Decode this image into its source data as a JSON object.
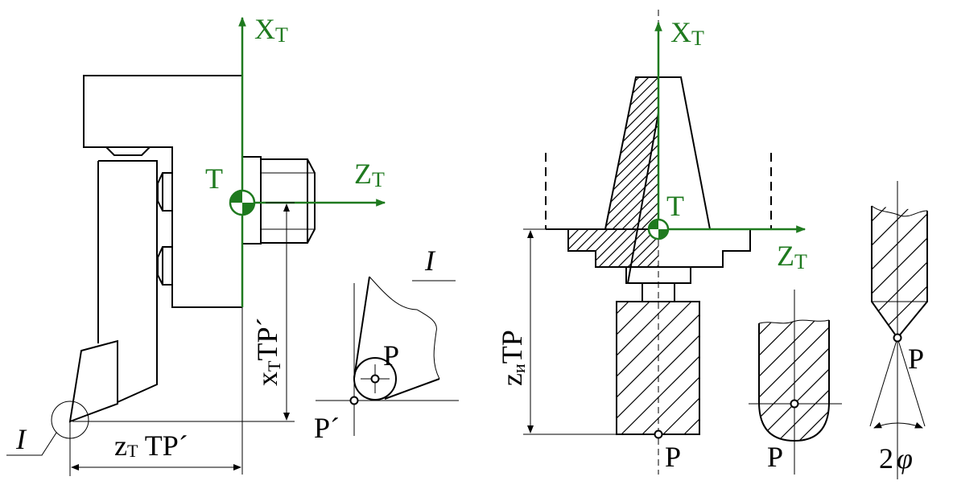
{
  "colors": {
    "axis": "#1f7a1f",
    "line": "#000000"
  },
  "left": {
    "axis_x": {
      "letter": "X",
      "sub": "T"
    },
    "axis_z": {
      "letter": "Z",
      "sub": "T"
    },
    "point_t": "T",
    "dim_vertical": {
      "a": "x",
      "b": "T",
      "c": "TPˊ"
    },
    "dim_horizontal": {
      "a": "z",
      "b": "T",
      "c": " TPˊ"
    },
    "detail_mark": "I"
  },
  "detail": {
    "title": "I",
    "point_p": "P",
    "point_p_prime": "Pˊ"
  },
  "right": {
    "axis_x": {
      "letter": "X",
      "sub": "T"
    },
    "axis_z": {
      "letter": "Z",
      "sub": "T"
    },
    "point_t": "T",
    "dim_vertical": {
      "a": "z",
      "b": "и",
      "c": "TP"
    },
    "point_p_main": "P",
    "point_p_ball": "P",
    "point_p_drill": "P",
    "angle_label": {
      "num": "2",
      "sym": "φ"
    }
  }
}
